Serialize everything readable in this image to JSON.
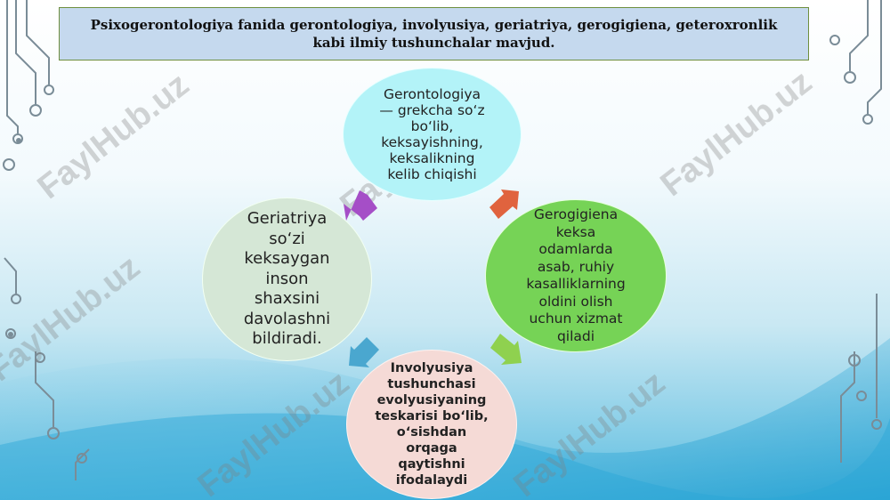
{
  "title": "Psixogerontologiya fanida gerontologiya, involyusiya, geriatriya, gerogigiena, geteroxronlik kabi ilmiy tushunchalar mavjud.",
  "cycle": {
    "nodes": [
      {
        "text": "Gerontologiya\n— grekcha so‘z\nbo‘lib,\nkeksayishning,\nkeksalikning\nkelib chiqishi",
        "color": "#b3f3f8"
      },
      {
        "text": "Gerogigiena\nkeksa\nodamlarda\nasab, ruhiy\nkasalliklarning\noldini olish\nuchun xizmat\nqiladi",
        "color": "#76d356"
      },
      {
        "text": "Involyusiya\ntushunchasi\nevolyusiyaning\nteskarisi bo‘lib,\no‘sishdan\norqaga\nqaytishni\nifodalaydi",
        "color": "#f5dad6"
      },
      {
        "text": "Geriatriya\nso‘zi\nkeksaygan\ninson\nshaxsini\ndavolashni\nbildiradi.",
        "color": "#d5e7d6"
      }
    ],
    "arrows": [
      {
        "color": "#e0633e"
      },
      {
        "color": "#8fd14f"
      },
      {
        "color": "#4aa7cf"
      },
      {
        "color": "#a54ec7"
      }
    ]
  },
  "watermark": "FaylHub.uz"
}
